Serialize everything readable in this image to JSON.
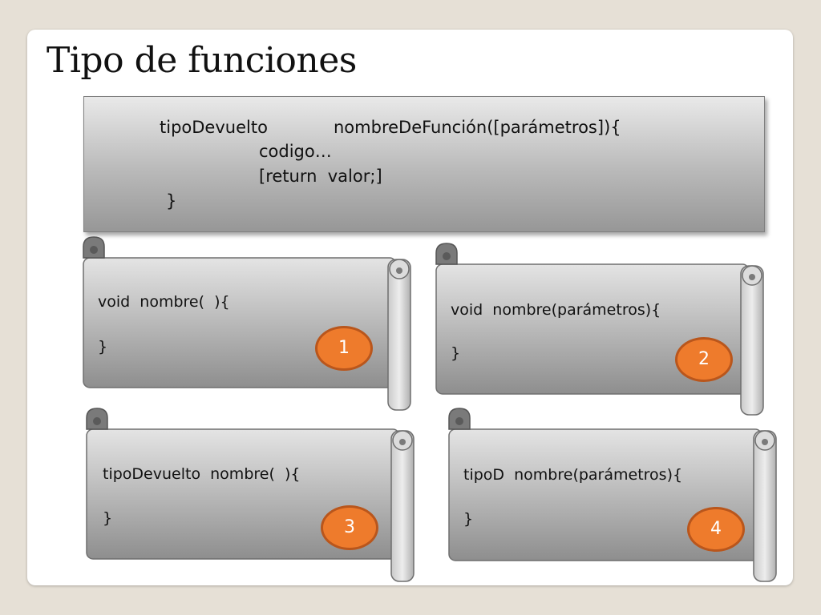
{
  "slide": {
    "title": "Tipo de funciones"
  },
  "syntax": {
    "line1_type": "tipoDevuelto",
    "line1_name": "nombreDeFunción([parámetros]){",
    "line2": "codigo…",
    "line3": "[return  valor;]",
    "line4": "}"
  },
  "cards": [
    {
      "code_line": "void  nombre(  ){",
      "close": "}",
      "badge": "1"
    },
    {
      "code_line": "void  nombre(parámetros){",
      "close": "}",
      "badge": "2"
    },
    {
      "code_line": "tipoDevuelto  nombre(  ){",
      "close": "}",
      "badge": "3"
    },
    {
      "code_line": "tipoD  nombre(parámetros){",
      "close": "}",
      "badge": "4"
    }
  ],
  "colors": {
    "badge_fill": "#ee7b2c",
    "badge_border": "#b9561c",
    "scroll_gradient_light": "#e4e4e4",
    "scroll_gradient_dark": "#8e8e8e"
  }
}
